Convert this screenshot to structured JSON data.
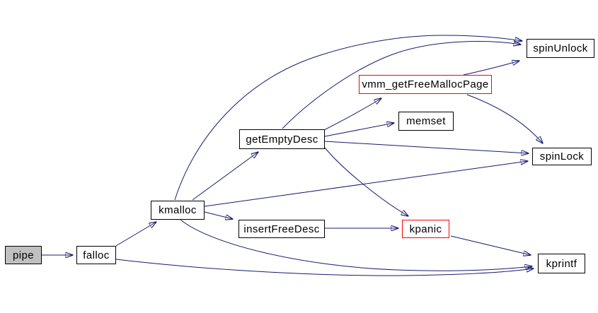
{
  "diagram": {
    "kind": "function-call-graph",
    "background_color": "#ffffff",
    "edge_color": "#191970",
    "node_border_color": "#000000",
    "truncated_node_border_color": "#ff0000",
    "root_node_fill": "#c0c0c0",
    "nodes": [
      {
        "id": "pipe",
        "label": "pipe",
        "style": "root"
      },
      {
        "id": "falloc",
        "label": "falloc",
        "style": "normal"
      },
      {
        "id": "kmalloc",
        "label": "kmalloc",
        "style": "normal"
      },
      {
        "id": "getEmptyDesc",
        "label": "getEmptyDesc",
        "style": "normal"
      },
      {
        "id": "insertFreeDesc",
        "label": "insertFreeDesc",
        "style": "normal"
      },
      {
        "id": "vmm_getFreeMallocPage",
        "label": "vmm_getFreeMallocPage",
        "style": "truncated"
      },
      {
        "id": "memset",
        "label": "memset",
        "style": "normal"
      },
      {
        "id": "spinUnlock",
        "label": "spinUnlock",
        "style": "normal"
      },
      {
        "id": "spinLock",
        "label": "spinLock",
        "style": "normal"
      },
      {
        "id": "kpanic",
        "label": "kpanic",
        "style": "truncated"
      },
      {
        "id": "kprintf",
        "label": "kprintf",
        "style": "normal"
      }
    ],
    "edges": [
      {
        "from": "pipe",
        "to": "falloc"
      },
      {
        "from": "falloc",
        "to": "kmalloc"
      },
      {
        "from": "falloc",
        "to": "kprintf"
      },
      {
        "from": "kmalloc",
        "to": "getEmptyDesc"
      },
      {
        "from": "kmalloc",
        "to": "insertFreeDesc"
      },
      {
        "from": "kmalloc",
        "to": "spinUnlock"
      },
      {
        "from": "kmalloc",
        "to": "spinLock"
      },
      {
        "from": "kmalloc",
        "to": "kprintf"
      },
      {
        "from": "getEmptyDesc",
        "to": "vmm_getFreeMallocPage"
      },
      {
        "from": "getEmptyDesc",
        "to": "memset"
      },
      {
        "from": "getEmptyDesc",
        "to": "spinLock"
      },
      {
        "from": "getEmptyDesc",
        "to": "spinUnlock"
      },
      {
        "from": "getEmptyDesc",
        "to": "kpanic"
      },
      {
        "from": "insertFreeDesc",
        "to": "kpanic"
      },
      {
        "from": "vmm_getFreeMallocPage",
        "to": "spinUnlock"
      },
      {
        "from": "vmm_getFreeMallocPage",
        "to": "spinLock"
      },
      {
        "from": "kpanic",
        "to": "kprintf"
      }
    ]
  }
}
